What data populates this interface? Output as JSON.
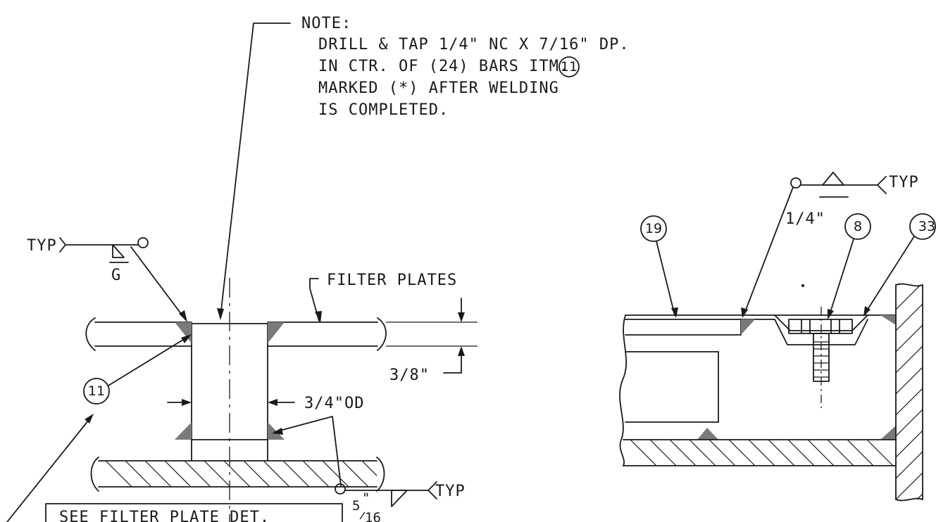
{
  "note": {
    "heading": "NOTE:",
    "lines": [
      "DRILL & TAP 1/4\" NC X 7/16\" DP.",
      "IN CTR. OF (24) BARS ITM.",
      "MARKED (*) AFTER WELDING",
      "IS COMPLETED."
    ],
    "item_ref": "11"
  },
  "labels": {
    "filter_plates": "FILTER PLATES",
    "thickness": "3/8\"",
    "outer_diameter": "3/4\"OD",
    "typ_left": "TYP",
    "typ_right_bottom": "TYP",
    "typ_right_top": "TYP",
    "weld_g": "G",
    "weld_quarter": "1/4\"",
    "weld_5_16_num": "5",
    "weld_5_16_den": "16",
    "weld_5_16_inch": "\"",
    "see_detail": "SEE FILTER PLATE DET."
  },
  "bubbles": {
    "left_item": "11",
    "right_a": "19",
    "right_b": "8",
    "right_c": "33"
  },
  "colors": {
    "ink": "#1a1a1a",
    "weld_fill": "#7a7a7a",
    "paper": "#ffffff"
  }
}
